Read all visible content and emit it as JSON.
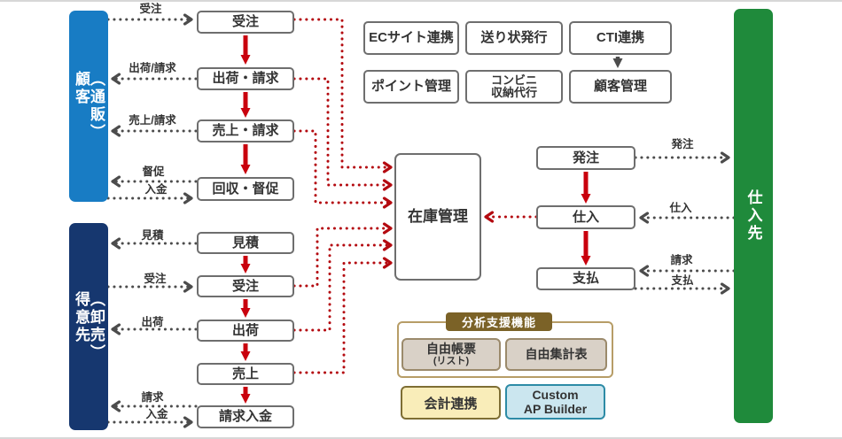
{
  "bars": {
    "tsuhan": "（通販）\n顧客",
    "oroshi": "（卸売）\n得意先",
    "shiire": "仕入先"
  },
  "flow_left_top": [
    "受注",
    "出荷・請求",
    "売上・請求",
    "回収・督促"
  ],
  "flow_left_bottom": [
    "見積",
    "受注",
    "出荷",
    "売上",
    "請求入金"
  ],
  "inventory": "在庫管理",
  "flow_right": [
    "発注",
    "仕入",
    "支払"
  ],
  "features": [
    {
      "label": "ECサイト連携"
    },
    {
      "label": "送り状発行"
    },
    {
      "label": "CTI連携"
    },
    {
      "label": "ポイント管理"
    },
    {
      "line1": "コンビニ",
      "line2": "収納代行"
    },
    {
      "label": "顧客管理"
    }
  ],
  "analysis": {
    "title": "分析支援機能",
    "free_report_line1": "自由帳票",
    "free_report_line2": "(リスト)",
    "free_summary": "自由集計表"
  },
  "integrations": {
    "accounting": "会計連携",
    "custom_ap_line1": "Custom",
    "custom_ap_line2": "AP Builder"
  },
  "edge_labels": {
    "order_top": "受注",
    "ship_bill": "出荷/請求",
    "sales_bill": "売上/請求",
    "dunning": "督促",
    "deposit_top": "入金",
    "estimate": "見積",
    "order_bottom": "受注",
    "ship": "出荷",
    "bill": "請求",
    "deposit_bottom": "入金",
    "po": "発注",
    "purchase": "仕入",
    "invoice": "請求",
    "payment": "支払"
  },
  "colors": {
    "solid_arrow_red": "#c9000d",
    "dotted_arrow_red": "#b40a10",
    "dotted_arrow_gray": "#4c4c4c",
    "bar_blue": "#187cc4",
    "bar_navy": "#16376f",
    "bar_green": "#1f8a3b",
    "analysis_badge_brown": "#7b6227",
    "analysis_border": "#b79d67",
    "analysis_item_bg": "#d9d1c7",
    "accounting_bg": "#f9edb9",
    "custom_ap_bg": "#cbe6ef",
    "custom_ap_border": "#2d8ba6"
  }
}
